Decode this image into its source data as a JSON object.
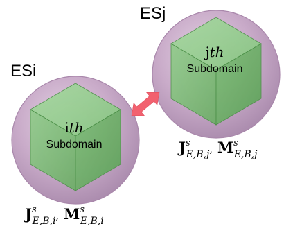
{
  "labels": {
    "region_i": "ESi",
    "region_j": "ESj"
  },
  "subdomain_i": {
    "index_prefix": "i",
    "index_suffix": "th",
    "caption": "Subdomain",
    "current_symbol": "J",
    "magnetic_symbol": "M",
    "superscript": "s",
    "sub_current": "E,B,i",
    "sub_magnetic": "E,B,i",
    "separator": ",",
    "trailing_comma": ","
  },
  "subdomain_j": {
    "index_prefix": "j",
    "index_suffix": "th",
    "caption": "Subdomain",
    "current_symbol": "J",
    "magnetic_symbol": "M",
    "superscript": "s",
    "sub_current": "E,B,j",
    "sub_magnetic": "E,B,j",
    "separator": ",",
    "trailing_comma": ","
  },
  "colors": {
    "sphere_fill": "#c6a6c6",
    "sphere_edge": "#a987ab",
    "cube_face_left": "#7fc17a",
    "cube_face_right": "#68b063",
    "cube_face_top": "#95cf8f",
    "cube_edge": "#4a8f46",
    "arrow": "#f2616f",
    "text": "#000000"
  }
}
